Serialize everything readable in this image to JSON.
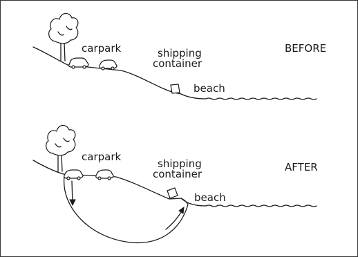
{
  "before": {
    "heading": "BEFORE",
    "labels": {
      "carpark": "carpark",
      "container_line1": "shipping",
      "container_line2": "container",
      "beach": "beach"
    }
  },
  "after": {
    "heading": "AFTER",
    "labels": {
      "carpark": "carpark",
      "container_line1": "shipping",
      "container_line2": "container",
      "beach": "beach"
    }
  },
  "colors": {
    "ink": "#1a1a1a",
    "background": "#ffffff",
    "border": "#333333"
  }
}
